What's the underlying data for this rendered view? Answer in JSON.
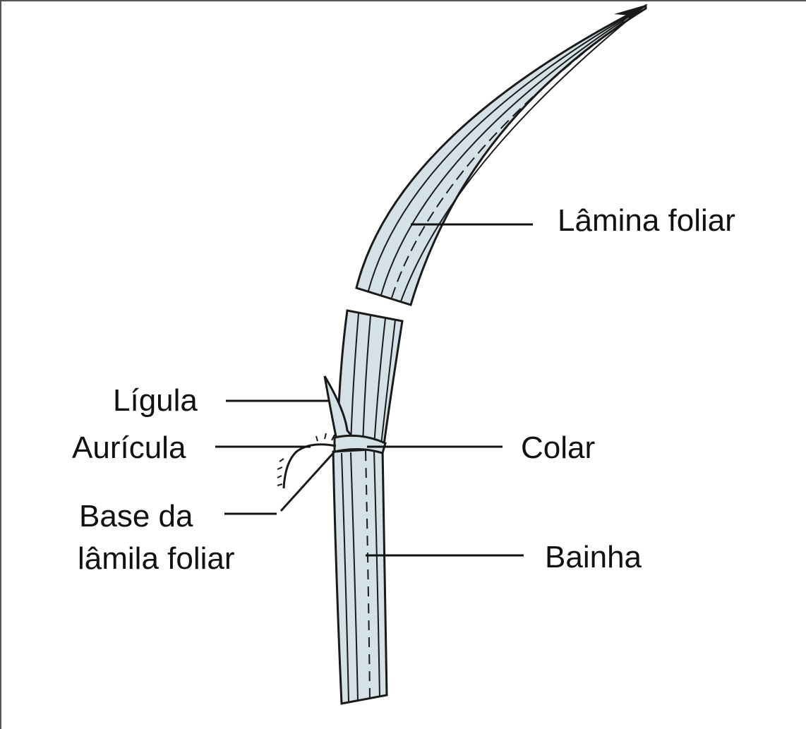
{
  "labels": {
    "lamina_foliar": "Lâmina foliar",
    "ligula": "Lígula",
    "auricula": "Aurícula",
    "colar": "Colar",
    "base_line1": "Base da",
    "base_line2": "lâmila foliar",
    "bainha": "Bainha"
  },
  "colors": {
    "leaf_fill": "#d4e1e6",
    "outline": "#1a1a1a",
    "leader_line": "#111111"
  }
}
